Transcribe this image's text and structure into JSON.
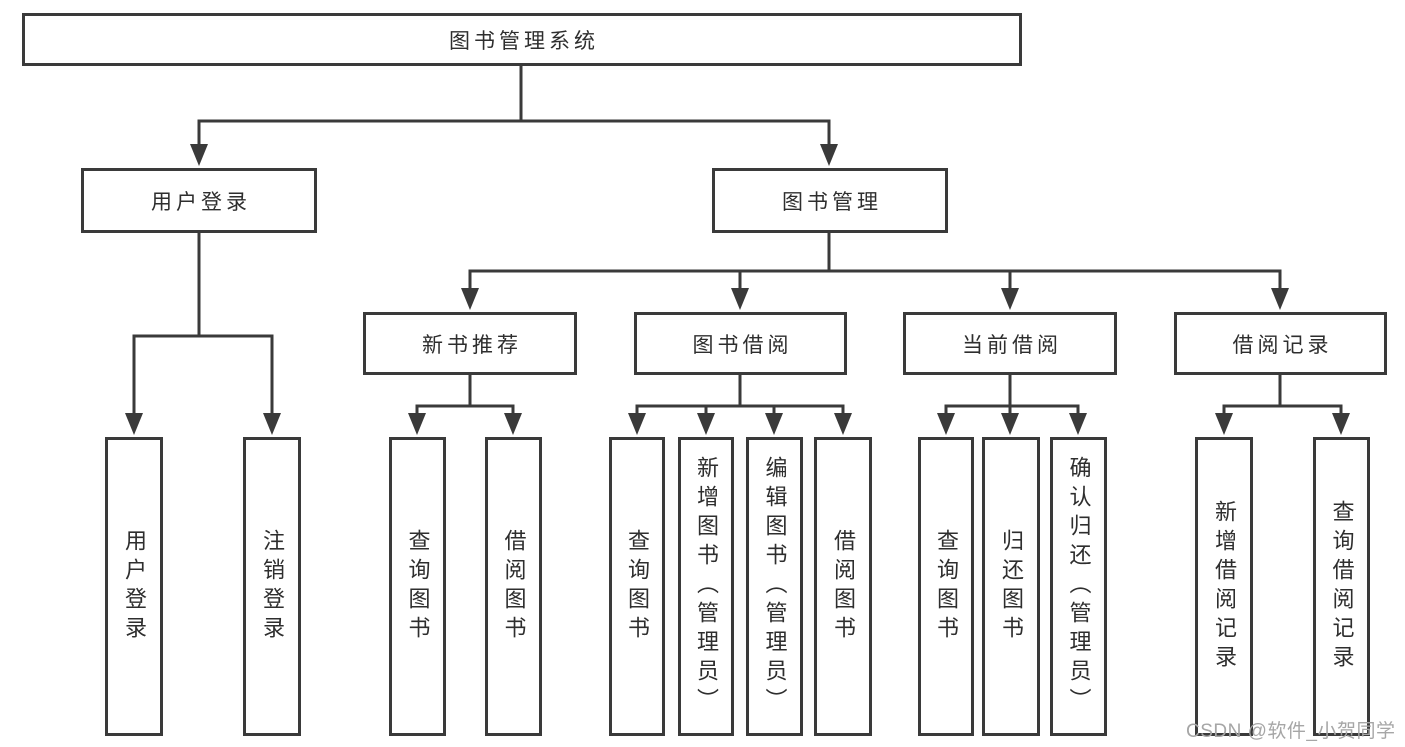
{
  "diagram_type": "hierarchy-tree",
  "tree": {
    "label": "图书管理系统",
    "children": [
      {
        "label": "用户登录",
        "children": [
          {
            "label": "用户登录"
          },
          {
            "label": "注销登录"
          }
        ]
      },
      {
        "label": "图书管理",
        "children": [
          {
            "label": "新书推荐",
            "children": [
              {
                "label": "查询图书"
              },
              {
                "label": "借阅图书"
              }
            ]
          },
          {
            "label": "图书借阅",
            "children": [
              {
                "label": "查询图书"
              },
              {
                "label": "新增图书（管理员）"
              },
              {
                "label": "编辑图书（管理员）"
              },
              {
                "label": "借阅图书"
              }
            ]
          },
          {
            "label": "当前借阅",
            "children": [
              {
                "label": "查询图书"
              },
              {
                "label": "归还图书"
              },
              {
                "label": "确认归还（管理员）"
              }
            ]
          },
          {
            "label": "借阅记录",
            "children": [
              {
                "label": "新增借阅记录"
              },
              {
                "label": "查询借阅记录"
              }
            ]
          }
        ]
      }
    ]
  },
  "watermark": {
    "text": "CSDN @软件_小贺同学"
  },
  "colors": {
    "line": "#3a3a3a",
    "text": "#2e2e2e",
    "watermark": "#a6a6a6",
    "background": "#ffffff"
  }
}
